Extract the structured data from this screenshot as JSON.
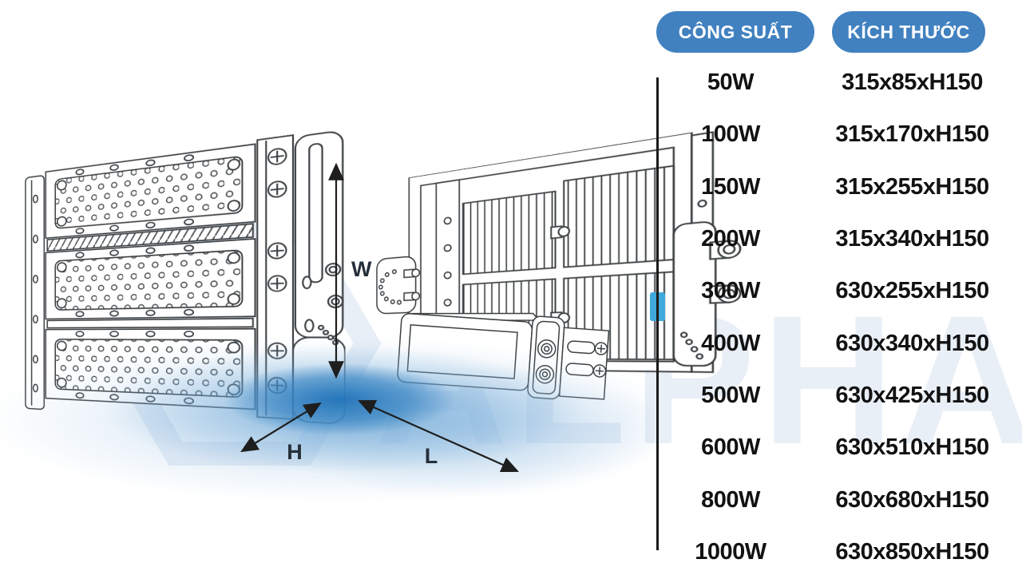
{
  "watermark": {
    "text": "ALPHA"
  },
  "diagram": {
    "labels": {
      "w": "W",
      "h": "H",
      "l": "L"
    },
    "views": [
      "floodlight-front-perspective",
      "floodlight-back-perspective"
    ]
  },
  "table": {
    "headers": [
      "CÔNG SUẤT",
      "KÍCH THƯỚC"
    ],
    "rows": [
      {
        "power": "50W",
        "size": "315x85xH150"
      },
      {
        "power": "100W",
        "size": "315x170xH150"
      },
      {
        "power": "150W",
        "size": "315x255xH150"
      },
      {
        "power": "200W",
        "size": "315x340xH150"
      },
      {
        "power": "300W",
        "size": "630x255xH150"
      },
      {
        "power": "400W",
        "size": "630x340xH150"
      },
      {
        "power": "500W",
        "size": "630x425xH150"
      },
      {
        "power": "600W",
        "size": "630x510xH150"
      },
      {
        "power": "800W",
        "size": "630x680xH150"
      },
      {
        "power": "1000W",
        "size": "630x850xH150"
      }
    ]
  },
  "colors": {
    "header_pill": "#4181C0",
    "table_text": "#121212",
    "divider": "#1A1A1A",
    "line_art": "#3C4043",
    "glow_core": "#1F72B8",
    "glow_mid": "#4B92CC",
    "glow_outer": "#9CC3E4",
    "watermark": "#E9EFF7",
    "accent_cyan": "#3FA9DC"
  }
}
